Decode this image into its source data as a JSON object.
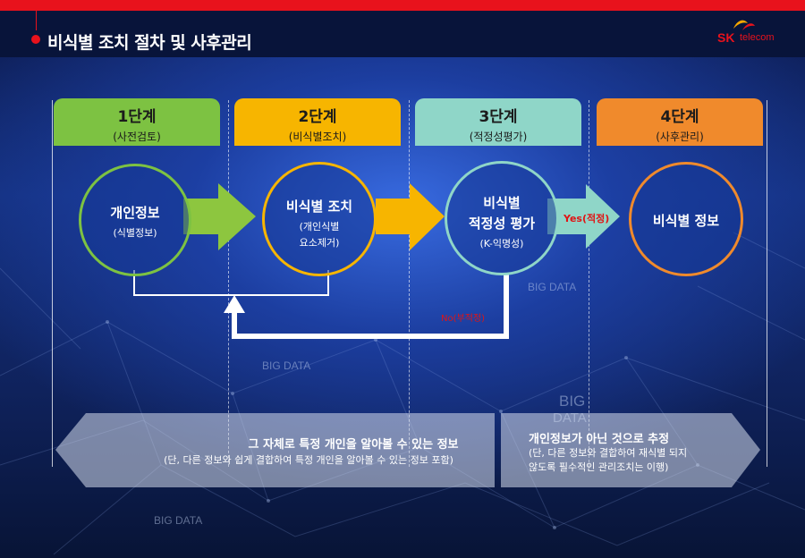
{
  "header": {
    "title": "비식별 조치 절차 및 사후관리",
    "logo_sk": "SK",
    "logo_telecom": "telecom"
  },
  "colors": {
    "brand_red": "#e8121c",
    "stage1": "#7dc242",
    "stage2": "#f7b500",
    "stage3": "#8fd6c8",
    "stage4": "#f08a2c"
  },
  "stages": [
    {
      "name": "1단계",
      "sub": "(사전검토)"
    },
    {
      "name": "2단계",
      "sub": "(비식별조치)"
    },
    {
      "name": "3단계",
      "sub": "(적정성평가)"
    },
    {
      "name": "4단계",
      "sub": "(사후관리)"
    }
  ],
  "circles": [
    {
      "title": "개인정보",
      "sub": "(식별정보)"
    },
    {
      "title": "비식별 조치",
      "sub1": "(개인식별",
      "sub2": "요소제거)"
    },
    {
      "title1": "비식별",
      "title2": "적정성 평가",
      "sub": "(K-익명성)"
    },
    {
      "title": "비식별 정보"
    }
  ],
  "flow": {
    "yes_label": "Yes(적정)",
    "no_label": "No(부적정)"
  },
  "background_words": [
    "BIG DATA",
    "BIG DATA",
    "BIG",
    "DATA",
    "BIG DATA"
  ],
  "bottom": {
    "left_main": "그 자체로 특정 개인을 알아볼 수 있는 정보",
    "left_sub": "(단, 다른 정보와 쉽게 결합하여 특정 개인을 알아볼 수 있는 정보 포함)",
    "right_main": "개인정보가 아닌 것으로 추정",
    "right_sub1": "(단, 다른 정보와 결합하여 재식별 되지",
    "right_sub2": "않도록 필수적인 관리조치는 이행)"
  }
}
